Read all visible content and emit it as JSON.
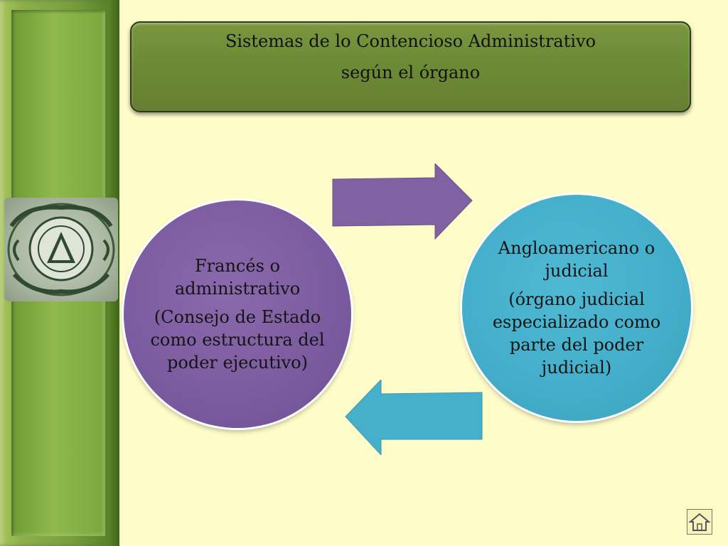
{
  "title": {
    "line1": "Sistemas de lo Contencioso Administrativo",
    "line2": "según el órgano"
  },
  "nodes": [
    {
      "heading": "Francés o administrativo",
      "detail": "(Consejo de Estado como estructura del poder ejecutivo)"
    },
    {
      "heading": "Angloamericano o judicial",
      "detail": "(órgano judicial especializado como parte del poder judicial)"
    }
  ],
  "colors": {
    "background": "#fefcc8",
    "title_box": "#6e8c37",
    "left_circle": "#7b5b9f",
    "right_circle": "#43aec9",
    "arrow_right": "#8062a3",
    "arrow_left": "#46afca",
    "side_bar": "#76a03c"
  },
  "icons": {
    "seal": "seal-icon",
    "home": "home-icon",
    "arrow_right": "arrow-right-icon",
    "arrow_left": "arrow-left-icon"
  }
}
